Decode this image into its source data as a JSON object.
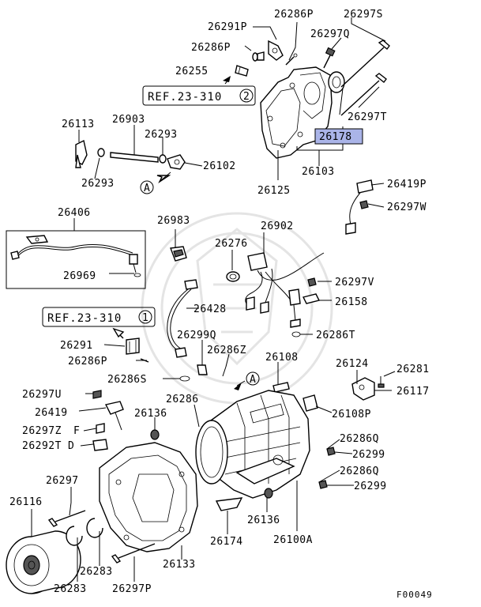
{
  "diagram": {
    "highlight_color": "#aab4e8",
    "ref_boxes": [
      {
        "text": "REF.23-310",
        "num": "2"
      },
      {
        "text": "REF.23-310",
        "num": "1"
      }
    ],
    "markers": [
      "A",
      "A"
    ],
    "highlighted_part": "26178",
    "labels": [
      "26286P",
      "26291P",
      "26297S",
      "26286P",
      "26297Q",
      "26255",
      "26297T",
      "26113",
      "26903",
      "26293",
      "26102",
      "26293",
      "26125",
      "26103",
      "26419P",
      "26297W",
      "26406",
      "26983",
      "26902",
      "26276",
      "26969",
      "26297V",
      "26158",
      "26428",
      "26286T",
      "26291",
      "26299Q",
      "26286Z",
      "26108",
      "26124",
      "26281",
      "26286P",
      "26286S",
      "26117",
      "26297U",
      "26286",
      "26419",
      "26136",
      "26108P",
      "26297Z",
      "F",
      "26292T",
      "D",
      "26286Q",
      "26299",
      "26286Q",
      "26299",
      "26297",
      "26116",
      "26136",
      "26174",
      "26100A",
      "26283",
      "26133",
      "26283",
      "26297P"
    ],
    "figure_code": "F00049"
  }
}
